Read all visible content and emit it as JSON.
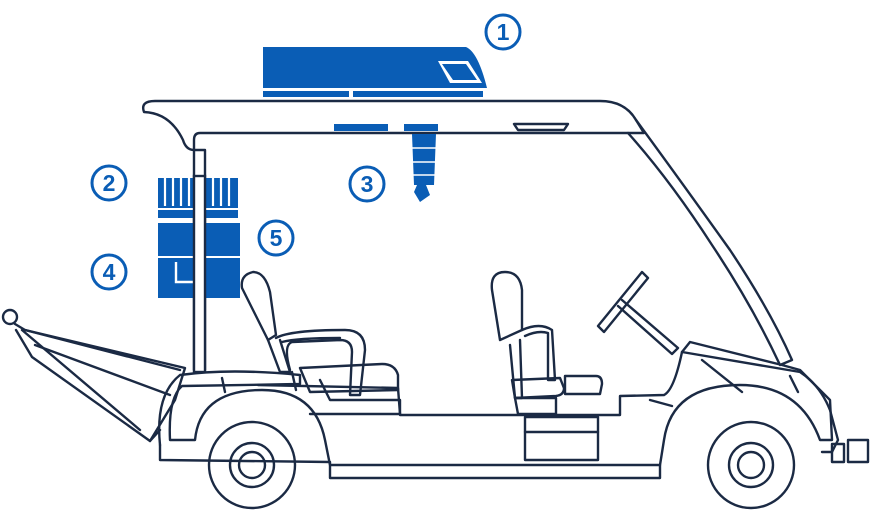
{
  "colors": {
    "component_fill": "#0a5db5",
    "outline": "#1b2a44",
    "background": "#ffffff"
  },
  "callouts": [
    {
      "label": "1"
    },
    {
      "label": "2"
    },
    {
      "label": "3"
    },
    {
      "label": "4"
    },
    {
      "label": "5"
    }
  ]
}
